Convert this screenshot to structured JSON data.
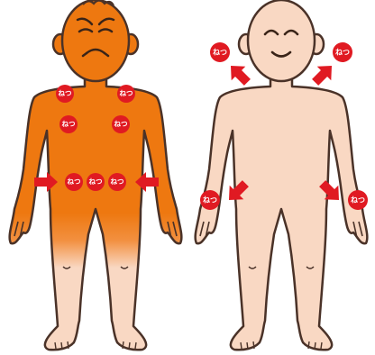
{
  "figures": [
    {
      "name": "overheated-figure",
      "expression": "distressed",
      "hot_color": "#ee7810",
      "badges": [
        "ねつ",
        "ねつ",
        "ねつ",
        "ねつ",
        "ねつ",
        "ねつ",
        "ねつ"
      ],
      "arrows": [
        "inward-arrow",
        "inward-arrow"
      ]
    },
    {
      "name": "cooling-figure",
      "expression": "smiling",
      "badges": [
        "ねつ",
        "ねつ",
        "ねつ",
        "ねつ"
      ],
      "arrows": [
        "outward-arrow",
        "outward-arrow",
        "outward-arrow",
        "outward-arrow"
      ]
    }
  ],
  "colors": {
    "skin": "#f9d8c3",
    "outline": "#4a3228",
    "badge": "#e01a22",
    "arrow": "#e01a22",
    "hot": "#ee7810"
  }
}
